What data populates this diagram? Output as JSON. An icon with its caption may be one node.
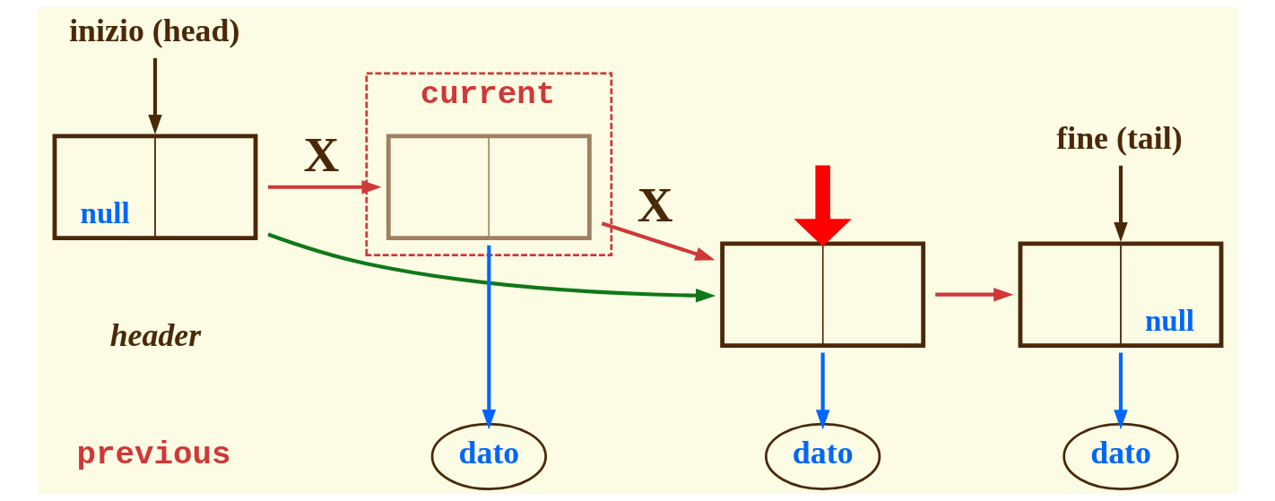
{
  "diagram": {
    "nodes": [
      {
        "text": [
          "inizio (head)"
        ]
      },
      {
        "text": [
          "null"
        ],
        "beside": [
          "header",
          "previous"
        ]
      },
      {
        "text": [
          "current"
        ]
      },
      {
        "text": [],
        "shape": "box",
        "in": 2
      },
      {
        "text": [],
        "shape": "box"
      },
      {
        "text": [
          "fine (tail)"
        ]
      },
      {
        "text": [
          "null"
        ]
      },
      {
        "text": [
          "dato"
        ]
      },
      {
        "text": [
          "dato"
        ]
      },
      {
        "text": [
          "dato"
        ]
      }
    ],
    "edges": [
      {
        "from": 0,
        "to": 1,
        "arrow": "to",
        "color": "#4a2808"
      },
      {
        "from": 1,
        "to": 3,
        "arrow": "to",
        "label": "X",
        "color": "#d03838"
      },
      {
        "from": 3,
        "to": 4,
        "arrow": "to",
        "label": "X",
        "color": "#d03838"
      },
      {
        "from": 4,
        "to": 6,
        "arrow": "to",
        "color": "#d03838"
      },
      {
        "from": 1,
        "to": 4,
        "arrow": "to",
        "color": "#107818"
      },
      {
        "from": 5,
        "to": 6,
        "arrow": "to",
        "color": "#4a2808"
      },
      {
        "from": 3,
        "to": 7,
        "arrow": "to",
        "color": "#0066ff"
      },
      {
        "from": 4,
        "to": 8,
        "arrow": "to",
        "color": "#0066ff"
      },
      {
        "from": 6,
        "to": 9,
        "arrow": "to",
        "color": "#0066ff"
      },
      {
        "from": null,
        "to": 4,
        "arrow": "to",
        "style": "thick",
        "color": "#ff0000"
      }
    ]
  }
}
